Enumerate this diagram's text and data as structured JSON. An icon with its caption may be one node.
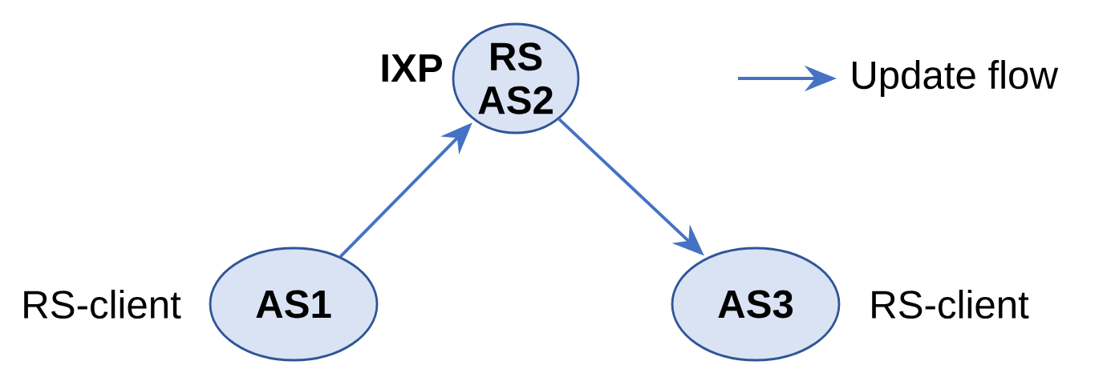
{
  "diagram": {
    "nodes": [
      {
        "text": [
          "RS",
          "AS2"
        ],
        "beside": [
          "IXP"
        ]
      },
      {
        "text": [
          "AS1"
        ],
        "beside": [
          "RS-client"
        ]
      },
      {
        "text": [
          "AS3"
        ],
        "beside": [
          "RS-client"
        ]
      }
    ],
    "edges": [
      {
        "from": 1,
        "to": 0,
        "arrow": "to"
      },
      {
        "from": 0,
        "to": 2,
        "arrow": "to"
      }
    ],
    "legend": [
      {
        "text": "Update flow"
      }
    ]
  }
}
